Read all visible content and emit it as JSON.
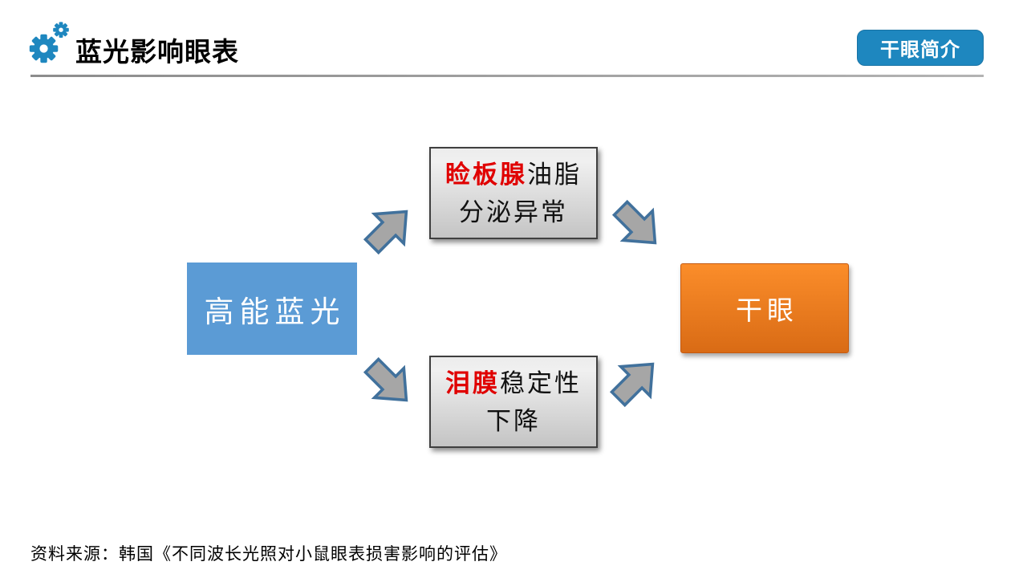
{
  "header": {
    "title": "蓝光影响眼表",
    "nav_badge": "干眼简介",
    "icon": "gears-icon"
  },
  "diagram": {
    "source_box": "高能蓝光",
    "cause_top": {
      "highlight": "睑板腺",
      "suffix": "油脂",
      "line2": "分泌异常"
    },
    "cause_bottom": {
      "highlight": "泪膜",
      "suffix": "稳定性",
      "line2": "下降"
    },
    "result_box": "干眼",
    "arrow_icons": [
      "arrow-up-right-icon",
      "arrow-down-right-icon",
      "arrow-down-right-icon",
      "arrow-up-right-icon"
    ]
  },
  "footer": {
    "source": "资料来源：韩国《不同波长光照对小鼠眼表损害影响的评估》"
  },
  "colors": {
    "accent_blue": "#1E87BF",
    "box_blue": "#5B9BD5",
    "orange_top": "#FB8D2A",
    "orange_bottom": "#D96B15",
    "orange_border": "#C55A11",
    "gray_top": "#ECECEC",
    "gray_bottom": "#C4C4C4",
    "gray_border": "#3F3F3F",
    "arrow_fill": "#A6A6A6",
    "arrow_stroke": "#41719C",
    "red_highlight": "#E00000",
    "divider": "#A6A6A6"
  }
}
